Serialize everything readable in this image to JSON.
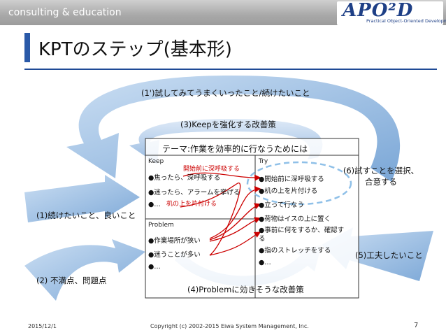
{
  "header": {
    "banner": "consulting & education",
    "logo_text": "APO²D",
    "logo_tagline": "Practical Object-Oriented Development"
  },
  "slide": {
    "title": "KPTのステップ(基本形)",
    "theme": "テーマ:作業を効率的に行なうためには",
    "keep_label": "Keep",
    "problem_label": "Problem",
    "try_label": "Try",
    "keep_items": [
      "●焦ったら、深呼吸する",
      "●迷ったら、アラームを挙げる",
      "●…"
    ],
    "problem_items": [
      "●作業場所が狭い",
      "●迷うことが多い",
      "●…"
    ],
    "try_items": [
      "●開始前に深呼吸する",
      "●机の上を片付ける",
      "●立って行なう",
      "●荷物はイスの上に置く",
      "●事前に何をするか、確認する",
      "●指のストレッチをする",
      "●…"
    ],
    "red_notes": [
      "開始前に深呼吸する",
      "机の上を片付ける"
    ],
    "steps": {
      "s1p": "(1')試してみてうまくいったこと/続けたいこと",
      "s3": "(3)Keepを強化する改善策",
      "s6": "(6)試すことを選択、合意する",
      "s1": "(1)続けたいこと、良いこと",
      "s5": "(5)工夫したいこと",
      "s2": "(2) 不満点、問題点",
      "s4": "(4)Problemに効きそうな改善策"
    }
  },
  "footer": {
    "date": "2015/12/1",
    "copyright": "Copyright (c) 2002-2015 Eiwa System Management, Inc.",
    "page": "7"
  },
  "colors": {
    "accent": "#1f4a96",
    "arrow": "#7fa9d6",
    "red": "#cc0000"
  }
}
